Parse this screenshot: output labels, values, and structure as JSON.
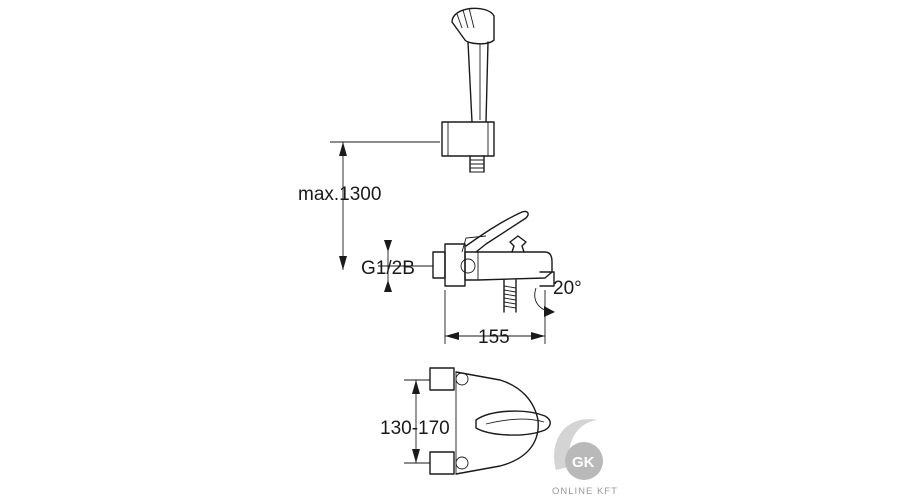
{
  "dimensions": {
    "shower_height": "max.1300",
    "connection_thread": "G1/2B",
    "spout_length": "155",
    "spout_angle": "20°",
    "centre_distance": "130-170"
  },
  "logo": {
    "initials": "GK",
    "company": "ONLINE KFT",
    "colors": {
      "circle": "#b9b9b9",
      "swoosh": "#d4d4d4",
      "text": "#9a9a9a"
    }
  },
  "line_color": "#1a1a1a"
}
